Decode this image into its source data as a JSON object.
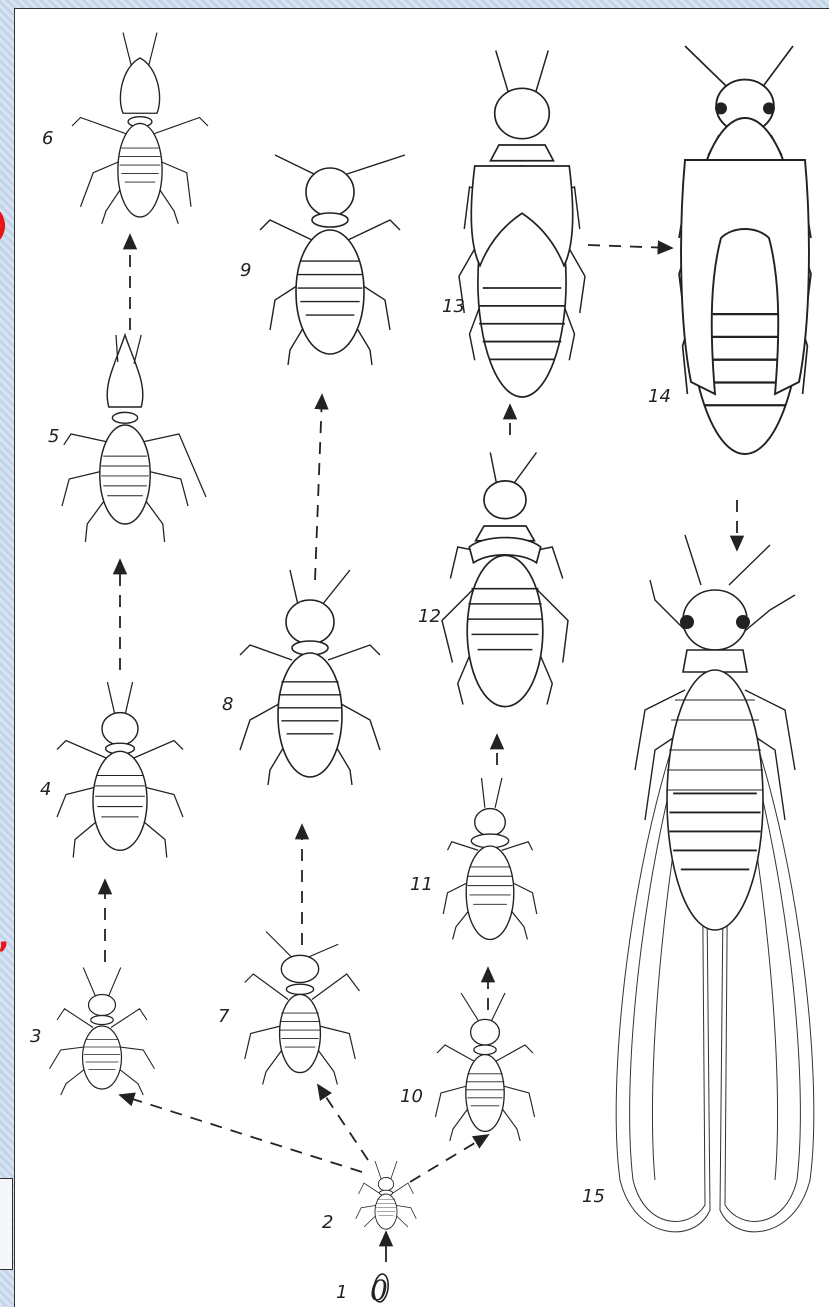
{
  "figure": {
    "stage_labels": [
      "1",
      "2",
      "3",
      "4",
      "5",
      "6",
      "7",
      "8",
      "9",
      "10",
      "11",
      "12",
      "13",
      "14",
      "15"
    ],
    "egg_symbol": "0"
  },
  "side_marks": {
    "top_glyph": ")",
    "bottom_glyph": ","
  },
  "colors": {
    "background": "#cfdcec",
    "panel": "#ffffff",
    "ink": "#222222",
    "mark": "#e8141a"
  }
}
